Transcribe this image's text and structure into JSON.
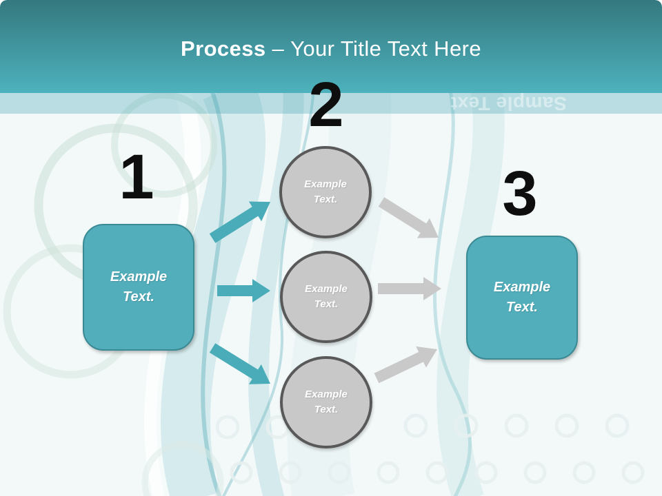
{
  "header": {
    "title_bold": "Process",
    "title_separator": "–",
    "title_regular": "Your Title Text Here"
  },
  "watermark": {
    "text": "Sample Text"
  },
  "steps": [
    {
      "number": "1"
    },
    {
      "number": "2"
    },
    {
      "number": "3"
    }
  ],
  "nodes": {
    "left_box": {
      "label": "Example Text."
    },
    "circles": [
      {
        "label": "Example Text."
      },
      {
        "label": "Example Text."
      },
      {
        "label": "Example Text."
      }
    ],
    "right_box": {
      "label": "Example Text."
    }
  },
  "connectors": [
    {
      "from": "left-box",
      "to": "circle-1",
      "color_role": "teal"
    },
    {
      "from": "left-box",
      "to": "circle-2",
      "color_role": "teal"
    },
    {
      "from": "left-box",
      "to": "circle-3",
      "color_role": "teal"
    },
    {
      "from": "circle-1",
      "to": "right-box",
      "color_role": "gray"
    },
    {
      "from": "circle-2",
      "to": "right-box",
      "color_role": "gray"
    },
    {
      "from": "circle-3",
      "to": "right-box",
      "color_role": "gray"
    }
  ],
  "colors": {
    "background": "#f3f9f9",
    "header_top": "#35787f",
    "header_bottom": "#4db2bd",
    "subband": "rgba(77,170,182,0.35)",
    "title": "#ffffff",
    "number": "#0e0e0e",
    "box_fill": "#52aebb",
    "box_border": "#3a8a94",
    "circle_fill": "#c8c8c8",
    "circle_border": "#595959",
    "arrow_teal": "#4aacb8",
    "arrow_gray": "#c9c9c9"
  }
}
